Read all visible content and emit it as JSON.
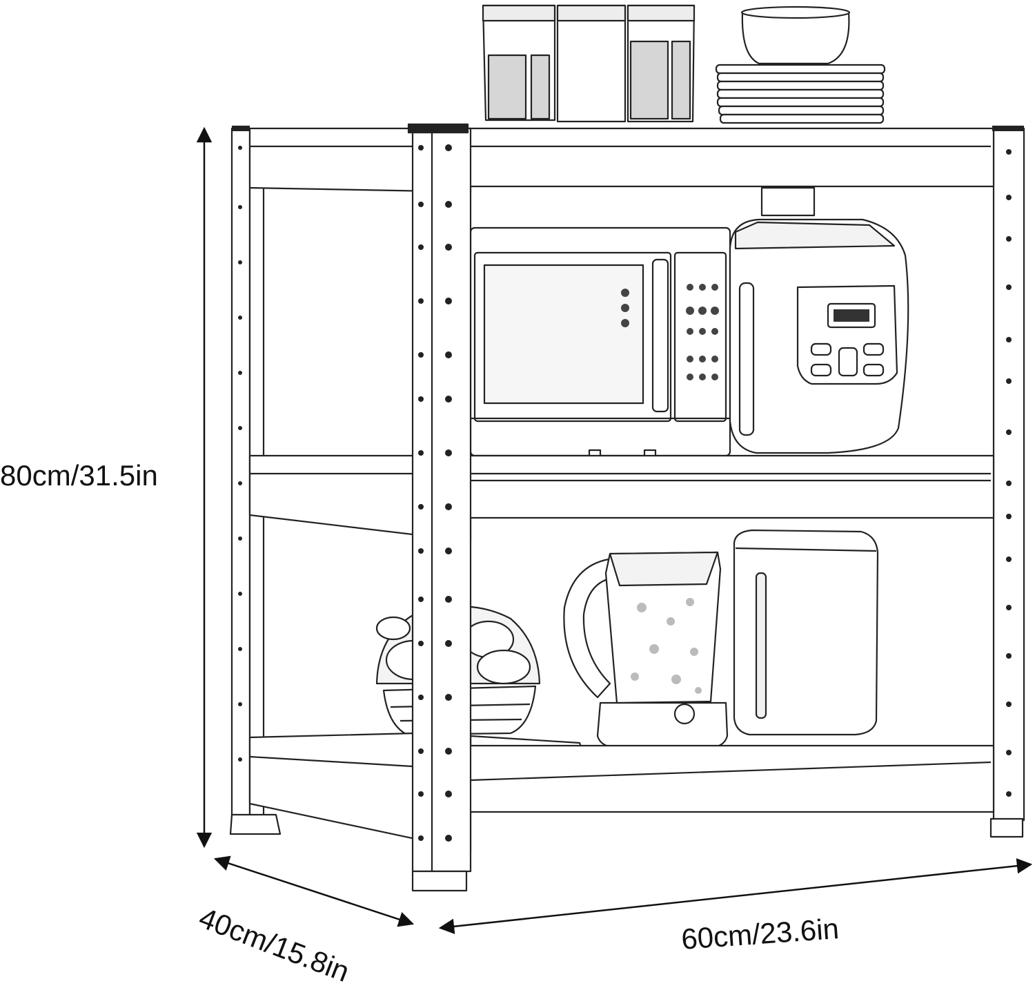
{
  "dimensions": {
    "height": "80cm/31.5in",
    "depth": "40cm/15.8in",
    "width": "60cm/23.6in"
  },
  "colors": {
    "line": "#222222",
    "fill": "#ffffff",
    "shade": "#e6e6e6"
  }
}
